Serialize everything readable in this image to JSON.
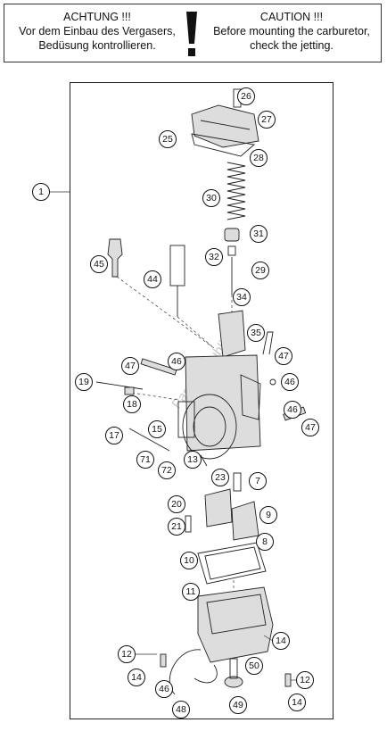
{
  "caution": {
    "de_title": "ACHTUNG !!!",
    "de_line1": "Vor dem Einbau des Vergasers,",
    "de_line2": "Bedüsung kontrollieren.",
    "en_title": "CAUTION !!!",
    "en_line1": "Before mounting the carburetor,",
    "en_line2": "check the jetting."
  },
  "watermark": "Parts-Republik",
  "callouts": [
    "1",
    "26",
    "27",
    "25",
    "28",
    "30",
    "31",
    "32",
    "29",
    "45",
    "44",
    "34",
    "35",
    "47",
    "46",
    "19",
    "18",
    "17",
    "15",
    "71",
    "72",
    "13",
    "23",
    "7",
    "20",
    "21",
    "9",
    "8",
    "10",
    "11",
    "12",
    "14",
    "50",
    "49",
    "48"
  ]
}
